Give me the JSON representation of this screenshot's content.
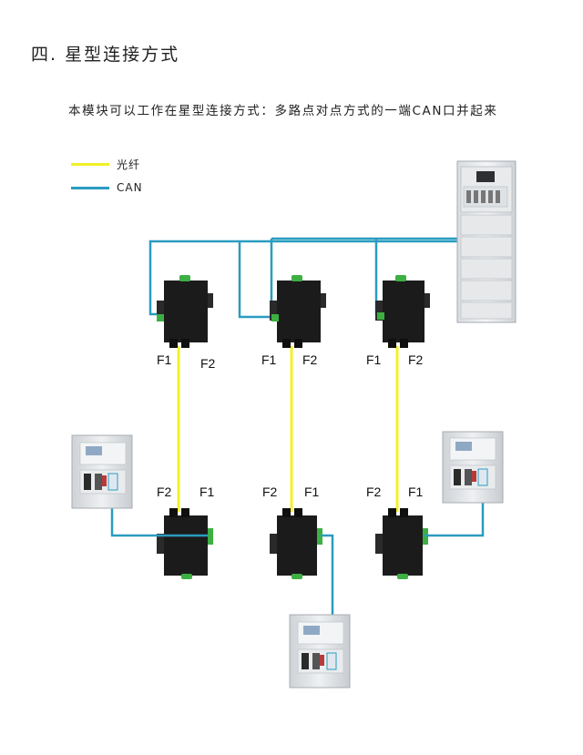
{
  "heading": "四. 星型连接方式",
  "intro": "本模块可以工作在星型连接方式：多路点对点方式的一端CAN口并起来",
  "legend": [
    {
      "label": "光纤",
      "color": "#f3f028"
    },
    {
      "label": "CAN",
      "color": "#2a9cc0"
    }
  ],
  "ports": {
    "f1": "F1",
    "f2": "F2"
  },
  "colors": {
    "fiber": "#f3f028",
    "can": "#2a9cc0",
    "module": "#1b1b1b",
    "terminal": "#3cb043"
  }
}
